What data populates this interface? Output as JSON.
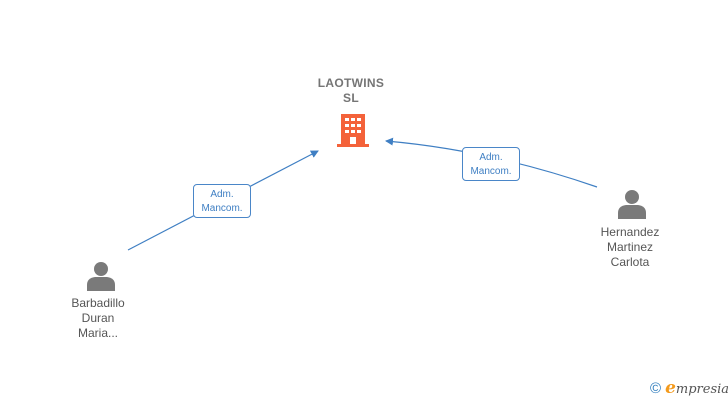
{
  "company": {
    "name_line1": "LAOTWINS",
    "name_line2": "SL"
  },
  "people": [
    {
      "line1": "Barbadillo",
      "line2": "Duran",
      "line3": "Maria..."
    },
    {
      "line1": "Hernandez",
      "line2": "Martinez",
      "line3": "Carlota"
    }
  ],
  "relations": [
    {
      "line1": "Adm.",
      "line2": "Mancom."
    },
    {
      "line1": "Adm.",
      "line2": "Mancom."
    }
  ],
  "footer": {
    "copyright_symbol": "©",
    "brand_initial": "e",
    "brand_rest": "mpresia"
  },
  "colors": {
    "company_icon": "#f4623a",
    "person_icon": "#7a7a7a",
    "edge": "#3f7fc3",
    "brand_accent": "#f39a1d"
  },
  "icons": {
    "company": "building-icon",
    "person": "person-icon"
  }
}
